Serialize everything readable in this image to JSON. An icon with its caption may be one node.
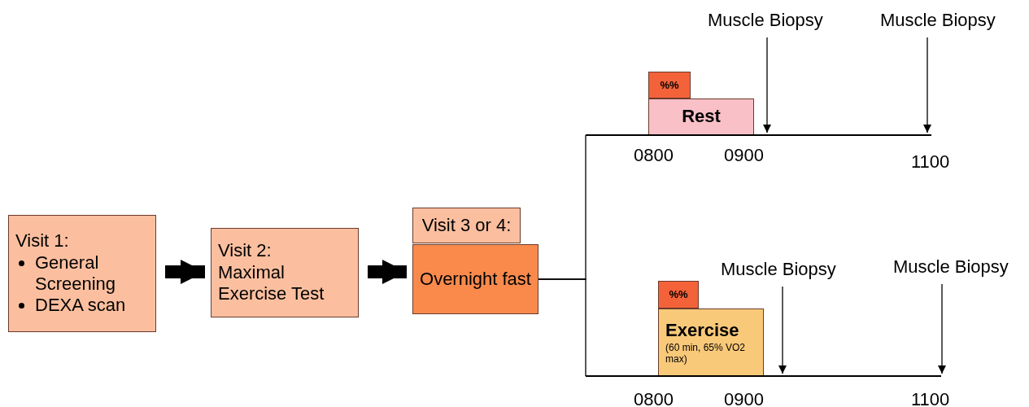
{
  "diagram": {
    "nodes": [
      {
        "text": [
          "Visit 1:",
          "General Screening",
          "DEXA scan"
        ]
      },
      {
        "text": [
          "Visit 2:",
          "Maximal Exercise Test"
        ]
      },
      {
        "text": [
          "Visit 3 or 4:"
        ]
      },
      {
        "text": [
          "Overnight fast"
        ]
      },
      {
        "text": [
          "Muscle Biopsy"
        ]
      },
      {
        "text": [
          "Muscle Biopsy"
        ]
      },
      {
        "text": [
          "%%"
        ]
      },
      {
        "text": [
          "Rest"
        ]
      },
      {
        "text": [],
        "shape": "line"
      },
      {
        "text": [
          "Muscle Biopsy"
        ]
      },
      {
        "text": [
          "Muscle Biopsy"
        ]
      },
      {
        "text": [
          "%%"
        ]
      },
      {
        "text": [
          "Exercise",
          "(60 min, 65% VO2 max)"
        ]
      },
      {
        "text": [],
        "shape": "line"
      }
    ],
    "edges": [
      {
        "from": 0,
        "to": 1,
        "arrow": "to",
        "style": "thick"
      },
      {
        "from": 1,
        "to": 3,
        "arrow": "to",
        "style": "thick"
      },
      {
        "from": 3,
        "to": 8,
        "arrow": "none"
      },
      {
        "from": 3,
        "to": 13,
        "arrow": "none"
      },
      {
        "from": 4,
        "to": 8,
        "arrow": "to"
      },
      {
        "from": 5,
        "to": 8,
        "arrow": "to"
      },
      {
        "from": 9,
        "to": 13,
        "arrow": "to"
      },
      {
        "from": 10,
        "to": 13,
        "arrow": "to"
      }
    ],
    "labels": [
      "0800",
      "0900",
      "1100",
      "0800",
      "0900",
      "1100"
    ]
  }
}
